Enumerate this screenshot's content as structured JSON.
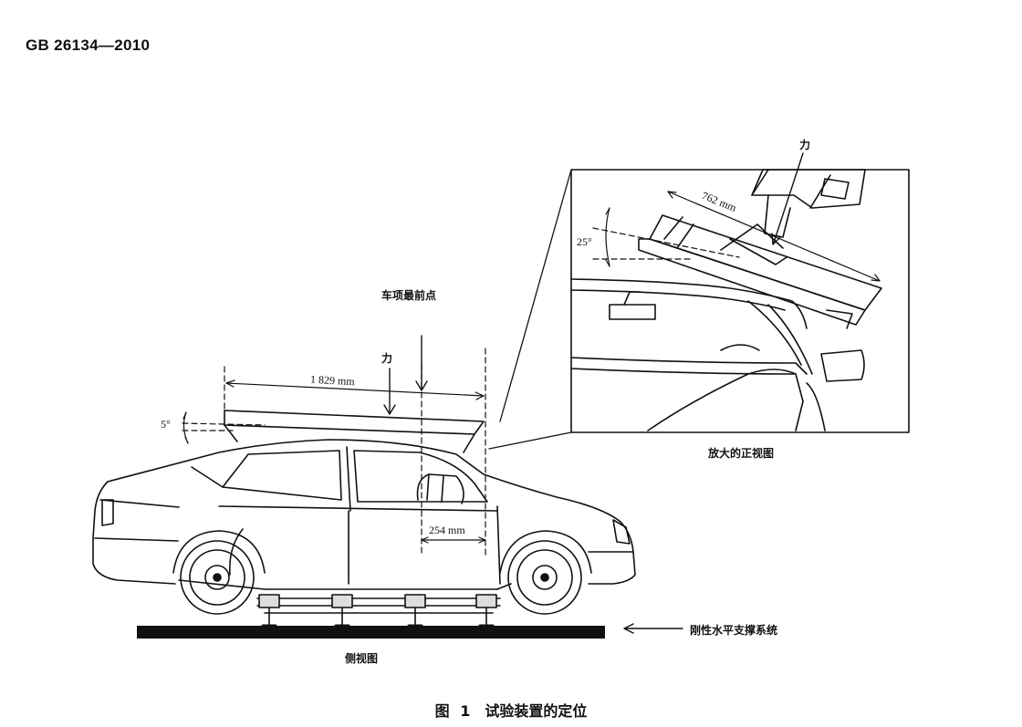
{
  "header": {
    "standard_code": "GB 26134—2010"
  },
  "figure": {
    "caption": "图 1　试验装置的定位",
    "labels": {
      "roof_front_point": "车项最前点",
      "force_side": "力",
      "force_detail": "力",
      "dim_1829": "1 829 mm",
      "dim_254": "254 mm",
      "dim_762": "762 mm",
      "angle_5": "5°",
      "angle_25": "25°",
      "rigid_support": "刚性水平支撑系统",
      "side_view": "侧视图",
      "front_view_enlarged": "放大的正视图"
    }
  }
}
